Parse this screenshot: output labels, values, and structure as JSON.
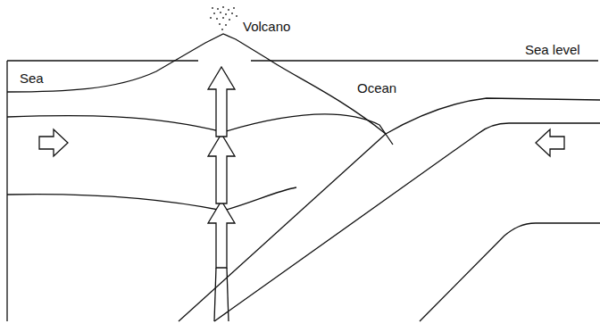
{
  "diagram": {
    "labels": [
      "Volcano",
      "Sea",
      "Ocean",
      "Sea level"
    ]
  }
}
